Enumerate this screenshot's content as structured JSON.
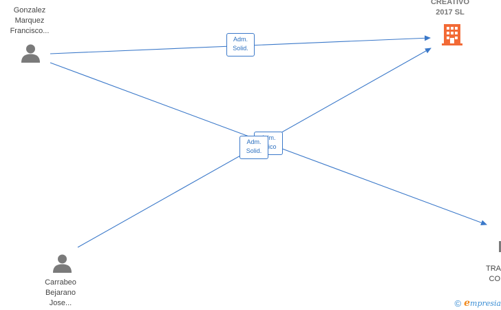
{
  "nodes": {
    "person1": {
      "lines": [
        "Gonzalez",
        "Marquez",
        "Francisco..."
      ]
    },
    "person2": {
      "lines": [
        "Carrabeo",
        "Bejarano",
        "Jose..."
      ]
    },
    "company1": {
      "lines": [
        "CREATIVO",
        "2017  SL"
      ]
    },
    "company2": {
      "lines": [
        "TRA",
        "CO"
      ]
    }
  },
  "edges": {
    "e1": {
      "lines": [
        "Adm.",
        "Solid."
      ]
    },
    "e2": {
      "lines": [
        "Adm.",
        "Solid."
      ]
    },
    "e3": {
      "lines": [
        "Adm.",
        "Unico"
      ]
    }
  },
  "footer": {
    "copyright": "©",
    "brand_first": "e",
    "brand_rest": "mpresia"
  },
  "colors": {
    "edge": "#3a78c9",
    "person_icon": "#7a7a7a",
    "company_icon": "#f26a36",
    "brand_orange": "#f08a1e",
    "brand_blue": "#3b8ed4"
  }
}
